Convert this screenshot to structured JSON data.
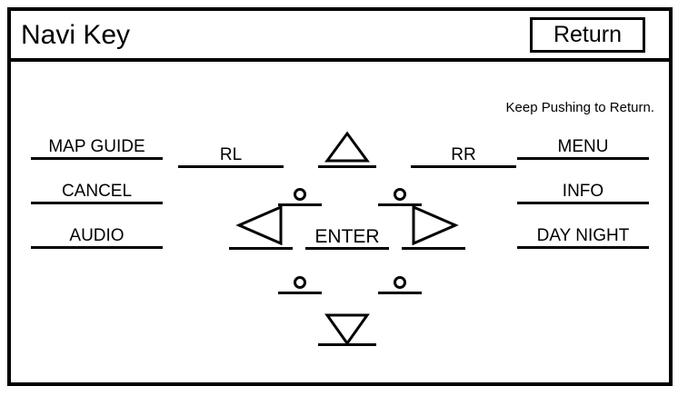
{
  "window": {
    "title": "Navi Key",
    "background": "#ffffff",
    "foreground": "#000000"
  },
  "titlebar": {
    "title": "Navi Key",
    "return_button": {
      "label": "Return",
      "name": "return-button"
    }
  },
  "main": {
    "hint": "Keep Pushing to Return.",
    "left_column": [
      {
        "label": "MAP GUIDE",
        "key": "map-guide"
      },
      {
        "label": "CANCEL",
        "key": "cancel"
      },
      {
        "label": "AUDIO",
        "key": "audio"
      }
    ],
    "right_column": [
      {
        "label": "MENU",
        "key": "menu"
      },
      {
        "label": "INFO",
        "key": "info"
      },
      {
        "label": "DAY NIGHT",
        "key": "day-night"
      }
    ],
    "top_row": [
      {
        "label": "RL",
        "key": "rl"
      },
      {
        "label": "RR",
        "key": "rr"
      }
    ],
    "dpad": {
      "up": {
        "icon": "triangle-up-icon",
        "label": ""
      },
      "down": {
        "icon": "triangle-down-icon",
        "label": ""
      },
      "left": {
        "icon": "triangle-left-icon",
        "label": ""
      },
      "right": {
        "icon": "triangle-right-icon",
        "label": ""
      },
      "center": {
        "label": "ENTER",
        "key": "enter"
      },
      "corners": [
        {
          "icon": "circle-icon",
          "key": "top-left-circle"
        },
        {
          "icon": "circle-icon",
          "key": "top-right-circle"
        },
        {
          "icon": "circle-icon",
          "key": "bottom-left-circle"
        },
        {
          "icon": "circle-icon",
          "key": "bottom-right-circle"
        }
      ]
    }
  }
}
